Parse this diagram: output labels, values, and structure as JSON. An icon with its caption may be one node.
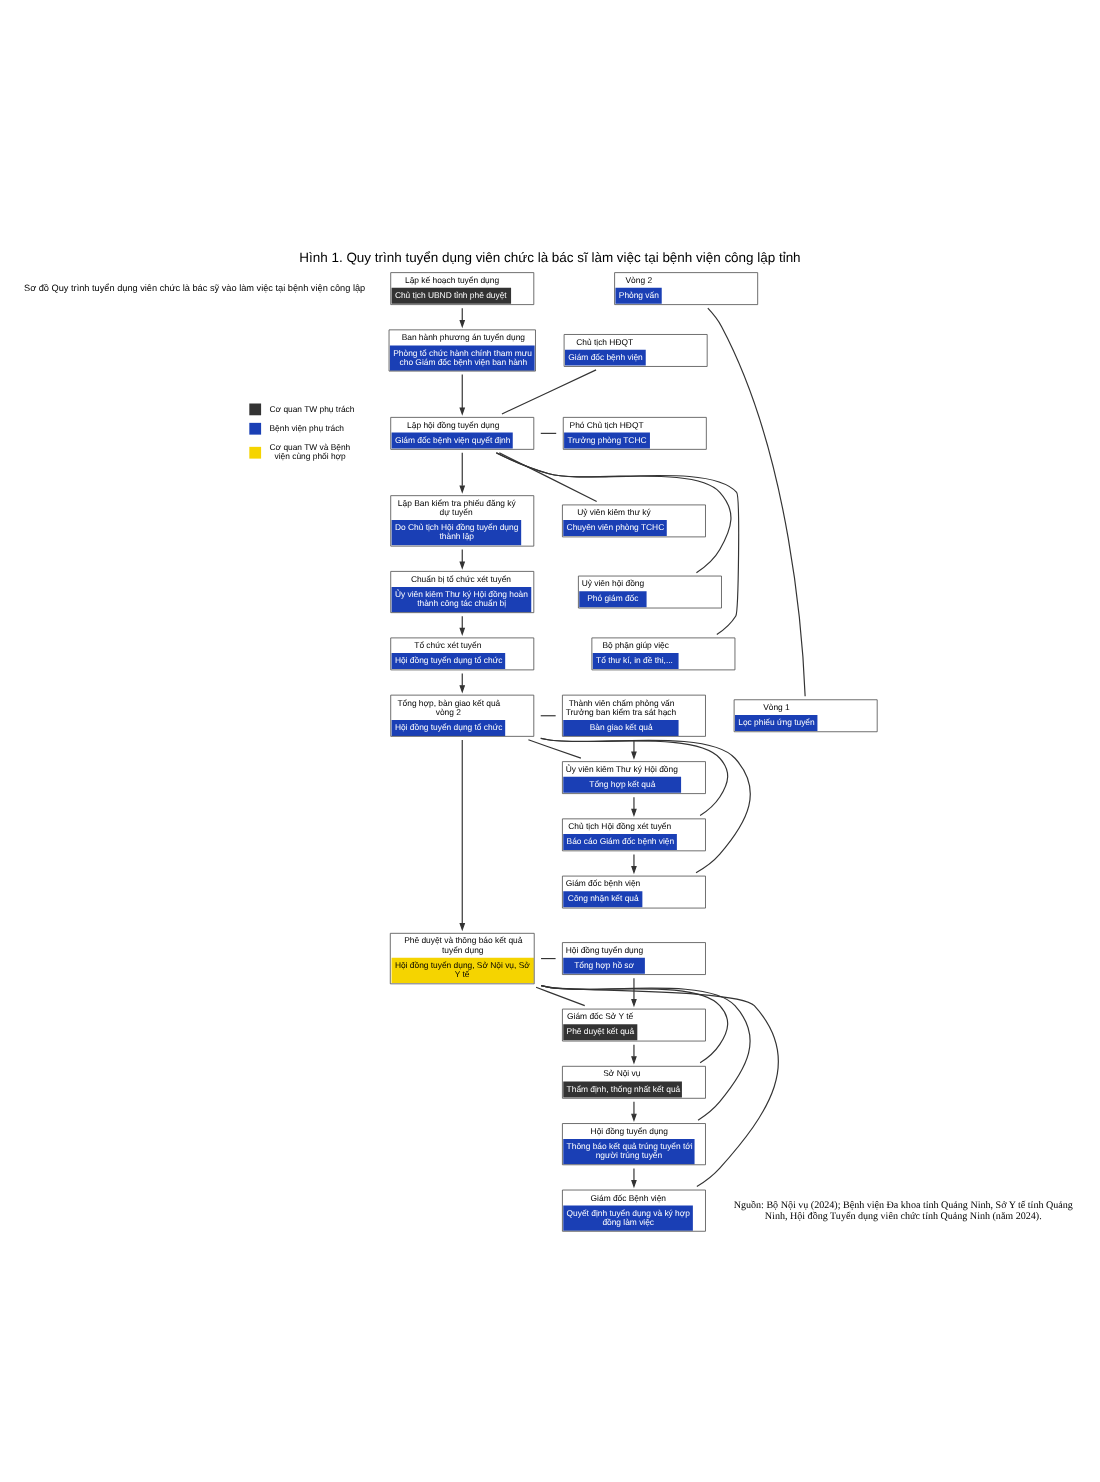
{
  "diagram": {
    "title": "Hình 1. Quy trình tuyển dụng viên chức là bác sĩ làm việc tại bệnh viện công lập tỉnh",
    "caption": "Nguồn: Bộ Nội vụ (2024); Bệnh viện Đa khoa tỉnh Quảng Ninh, Sở Y tế tỉnh Quảng Ninh, Hội đồng Tuyển dụng viên chức tỉnh Quảng Ninh (năm 2024).",
    "nodes": [
      {
        "text": [
          "Lập kế hoạch tuyển dụng",
          "Chủ tịch UBND tỉnh phê duyệt"
        ]
      },
      {
        "text": [
          "Ban hành phương án tuyển dụng",
          "Phòng tổ chức hành chính tham mưu cho Giám đốc bệnh viện ban hành"
        ]
      },
      {
        "text": [
          "Lập hội đồng tuyển dụng",
          "Giám đốc bệnh viện quyết định"
        ]
      },
      {
        "text": [
          "Lập Ban kiểm tra phiếu đăng ký dự tuyển",
          "Do Chủ tịch Hội đồng tuyển dụng thành lập"
        ]
      },
      {
        "text": [
          "Chuẩn bị tổ chức xét tuyển",
          "Ủy viên kiêm Thư ký Hội đồng hoàn thành công tác chuẩn bị"
        ]
      },
      {
        "text": [
          "Tổ chức xét tuyển",
          "Hội đồng tuyển dụng tổ chức"
        ]
      },
      {
        "text": [
          "Tổng hợp, bàn giao kết quả vòng 2",
          "Hội đồng tuyển dụng tổ chức"
        ]
      },
      {
        "text": [
          "Phê duyệt và thông báo kết quả tuyển dụng",
          "Hội đồng tuyển dụng, Sở Nội vụ, Sở Y tế"
        ]
      },
      {
        "text": [
          "Chủ tịch HĐQT",
          "Giám đốc bệnh viện"
        ]
      },
      {
        "text": [
          "Phó Chủ tịch HĐQT",
          "Trưởng phòng TCHC"
        ]
      },
      {
        "text": [
          "Uỷ viên kiêm thư ký",
          "Chuyên viên phòng TCHC"
        ]
      },
      {
        "text": [
          "Uỷ viên hội đồng",
          "Phó giám đốc"
        ]
      },
      {
        "text": [
          "Bộ phận giúp việc",
          "Tổ thư kí, in đề thi,..."
        ]
      },
      {
        "text": [
          "Vòng 1",
          "Lọc phiếu ứng tuyển"
        ]
      },
      {
        "text": [
          "Vòng 2",
          "Phỏng vấn"
        ]
      },
      {
        "text": [
          "Thành viên chấm phỏng vấn Trưởng ban kiểm tra sát hạch",
          "Bàn giao kết quả"
        ]
      },
      {
        "text": [
          "Ủy viên kiêm Thư ký Hội đồng",
          "Tổng hợp kết quả"
        ]
      },
      {
        "text": [
          "Chủ tịch Hội đồng xét tuyển",
          "Báo cáo Giám đốc bệnh viện"
        ]
      },
      {
        "text": [
          "Giám đốc bệnh viện",
          "Công nhận kết quả"
        ]
      },
      {
        "text": [
          "Hội đồng tuyển dụng",
          "Tổng hợp hồ sơ"
        ]
      },
      {
        "text": [
          "Giám đốc Sở Y tế",
          "Phê duyệt kết quả"
        ]
      },
      {
        "text": [
          "Sở Nội vụ",
          "Thẩm định, thống nhất kết quả"
        ]
      },
      {
        "text": [
          "Hội đồng tuyển dụng",
          "Thông báo kết quả trúng tuyển tới người trúng tuyển"
        ]
      },
      {
        "text": [
          "Giám đốc Bệnh viện",
          "Quyết định tuyển dụng và ký hợp đồng làm việc"
        ]
      }
    ],
    "edges": [
      {
        "from": 0,
        "to": 1,
        "arrow": "to"
      },
      {
        "from": 1,
        "to": 2,
        "arrow": "to"
      },
      {
        "from": 2,
        "to": 3,
        "arrow": "to"
      },
      {
        "from": 3,
        "to": 4,
        "arrow": "to"
      },
      {
        "from": 4,
        "to": 5,
        "arrow": "to"
      },
      {
        "from": 5,
        "to": 6,
        "arrow": "to"
      },
      {
        "from": 6,
        "to": 7,
        "arrow": "to"
      },
      {
        "from": 2,
        "to": 8,
        "arrow": "none"
      },
      {
        "from": 2,
        "to": 9,
        "arrow": "none"
      },
      {
        "from": 2,
        "to": 10,
        "arrow": "none"
      },
      {
        "from": 2,
        "to": 11,
        "arrow": "none"
      },
      {
        "from": 2,
        "to": 12,
        "arrow": "none"
      },
      {
        "from": 13,
        "to": 14,
        "arrow": "none"
      },
      {
        "from": 6,
        "to": 15,
        "arrow": "none"
      },
      {
        "from": 6,
        "to": 16,
        "arrow": "none"
      },
      {
        "from": 6,
        "to": 17,
        "arrow": "none"
      },
      {
        "from": 6,
        "to": 18,
        "arrow": "none"
      },
      {
        "from": 15,
        "to": 16,
        "arrow": "to"
      },
      {
        "from": 16,
        "to": 17,
        "arrow": "to"
      },
      {
        "from": 17,
        "to": 18,
        "arrow": "to"
      },
      {
        "from": 7,
        "to": 19,
        "arrow": "none"
      },
      {
        "from": 7,
        "to": 20,
        "arrow": "none"
      },
      {
        "from": 7,
        "to": 21,
        "arrow": "none"
      },
      {
        "from": 7,
        "to": 22,
        "arrow": "none"
      },
      {
        "from": 7,
        "to": 23,
        "arrow": "none"
      },
      {
        "from": 19,
        "to": 20,
        "arrow": "to"
      },
      {
        "from": 20,
        "to": 21,
        "arrow": "to"
      },
      {
        "from": 21,
        "to": 22,
        "arrow": "to"
      },
      {
        "from": 22,
        "to": 23,
        "arrow": "to"
      }
    ],
    "labels": [
      "Sơ đồ Quy trình tuyển dụng viên chức là bác sỹ vào làm việc tại bệnh viện công lập"
    ],
    "legend": [
      {
        "text": "Cơ quan TW phụ trách",
        "color": "#333333"
      },
      {
        "text": "Bệnh viện phụ trách",
        "color": "#1a3fb5"
      },
      {
        "text": "Cơ quan TW và Bệnh viện cùng phối hợp",
        "color": "#f5d400"
      }
    ]
  }
}
